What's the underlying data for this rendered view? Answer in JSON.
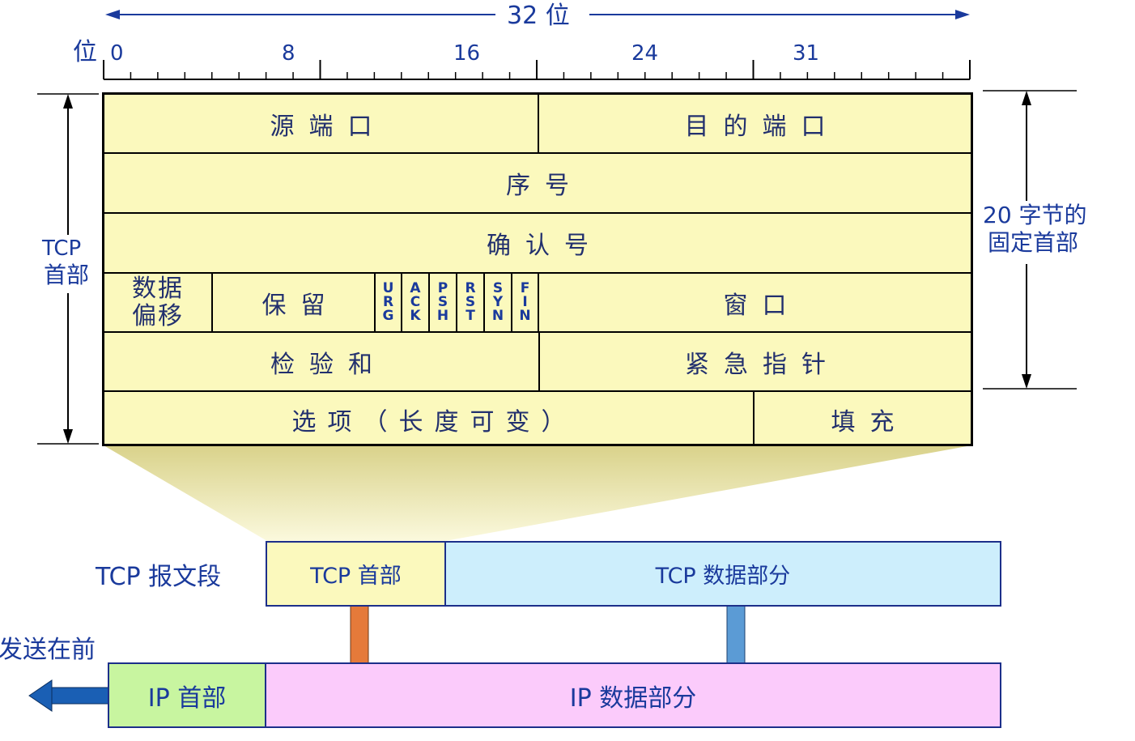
{
  "ruler": {
    "total_label": "32 位",
    "unit_label": "位",
    "ticks": [
      "0",
      "8",
      "16",
      "24",
      "31"
    ]
  },
  "header_side_left": {
    "line1": "TCP",
    "line2": "首部"
  },
  "header_side_right": {
    "line1": "20 字节的",
    "line2": "固定首部"
  },
  "fields": {
    "source_port": "源端口",
    "dest_port": "目的端口",
    "sequence": "序号",
    "ack_number": "确认号",
    "data_offset_line1": "数据",
    "data_offset_line2": "偏移",
    "reserved": "保留",
    "window": "窗口",
    "checksum": "检验和",
    "urgent_pointer": "紧急指针",
    "options": "选项（长度可变）",
    "padding": "填充"
  },
  "flags": [
    "URG",
    "ACK",
    "PSH",
    "RST",
    "SYN",
    "FIN"
  ],
  "segment": {
    "label": "TCP 报文段",
    "header": "TCP 首部",
    "data": "TCP 数据部分"
  },
  "ip_packet": {
    "send_first": "发送在前",
    "header": "IP 首部",
    "data": "IP 数据部分"
  },
  "colors": {
    "text_blue": "#1a3a9c",
    "field_fill": "#fbf9bd",
    "tcp_data_fill": "#cdeefc",
    "ip_header_fill": "#c8f5a0",
    "ip_data_fill": "#fbcbfb",
    "box_border": "#1c2f8a",
    "orange_arrow": "#e57a3a",
    "blue_arrow": "#5b9bd5",
    "send_arrow": "#1a5fb4"
  }
}
